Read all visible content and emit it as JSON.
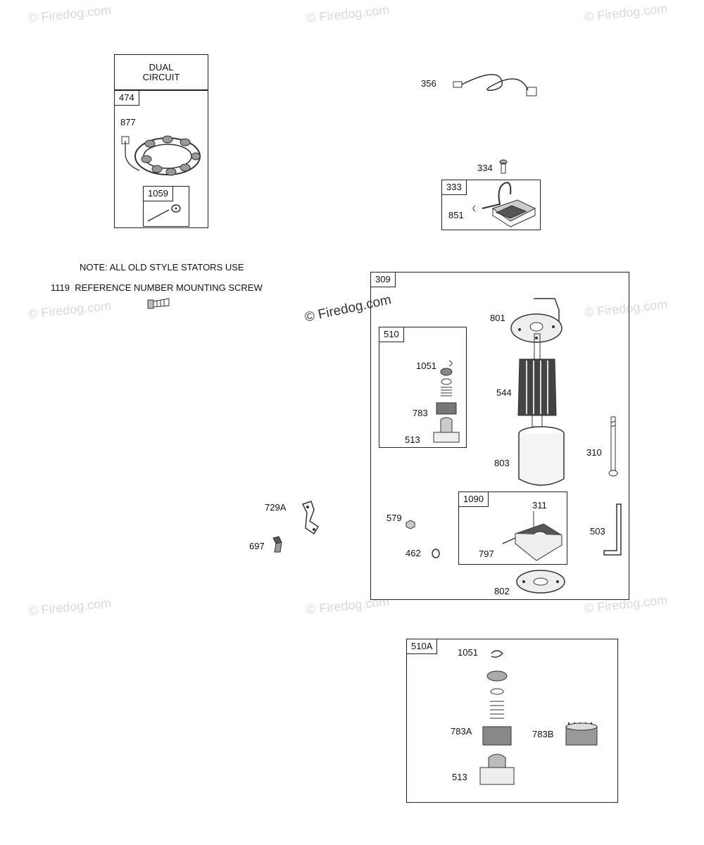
{
  "watermarks": [
    "© Firedog.com",
    "© Firedog.com",
    "© Firedog.com",
    "© Firedog.com",
    "© Firedog.com",
    "© Firedog.com",
    "© Firedog.com",
    "© Firedog.com",
    "© Firedog.com"
  ],
  "stator_group": {
    "title_line1": "DUAL",
    "title_line2": "CIRCUIT",
    "ref": "474",
    "part_877": "877",
    "subgroup_ref": "1059"
  },
  "note": {
    "line1": "NOTE: ALL OLD STYLE STATORS USE",
    "line2_ref": "1119",
    "line2_text": "REFERENCE NUMBER MOUNTING SCREW"
  },
  "parts": {
    "p356": "356",
    "p334": "334",
    "p333": "333",
    "p851": "851",
    "p729A": "729A",
    "p697": "697"
  },
  "starter_group": {
    "ref": "309",
    "p801": "801",
    "p544": "544",
    "p803": "803",
    "p310": "310",
    "p579": "579",
    "p462": "462",
    "p503": "503",
    "p802": "802",
    "drive_ref": "510",
    "p1051": "1051",
    "p783": "783",
    "p513": "513",
    "brush_ref": "1090",
    "p311": "311",
    "p797": "797"
  },
  "drive_kit": {
    "ref": "510A",
    "p1051": "1051",
    "p783A": "783A",
    "p783B": "783B",
    "p513": "513"
  }
}
